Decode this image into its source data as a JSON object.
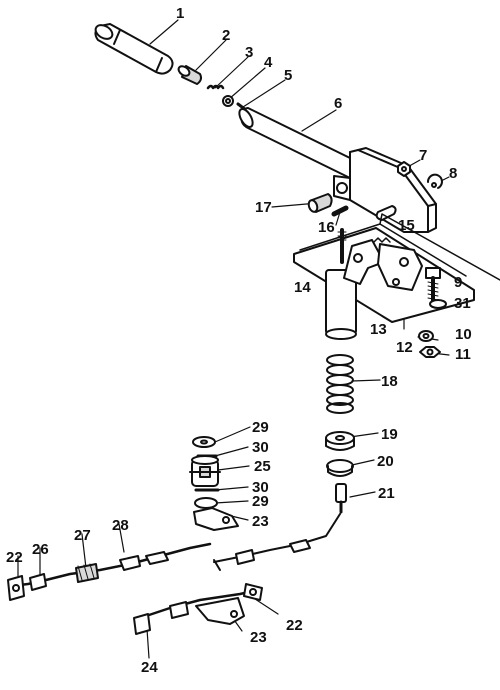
{
  "diagram": {
    "kind": "exploded parts diagram",
    "subject": "handbrake lever assembly",
    "colors": {
      "ink": "#111111",
      "paper": "#ffffff",
      "shade": "#d8d8d8"
    },
    "callouts": [
      "1",
      "2",
      "3",
      "4",
      "5",
      "6",
      "7",
      "8",
      "9",
      "10",
      "11",
      "12",
      "13",
      "14",
      "15",
      "16",
      "17",
      "18",
      "19",
      "20",
      "21",
      "22",
      "23",
      "24",
      "25",
      "26",
      "27",
      "28",
      "29",
      "30",
      "31"
    ]
  }
}
